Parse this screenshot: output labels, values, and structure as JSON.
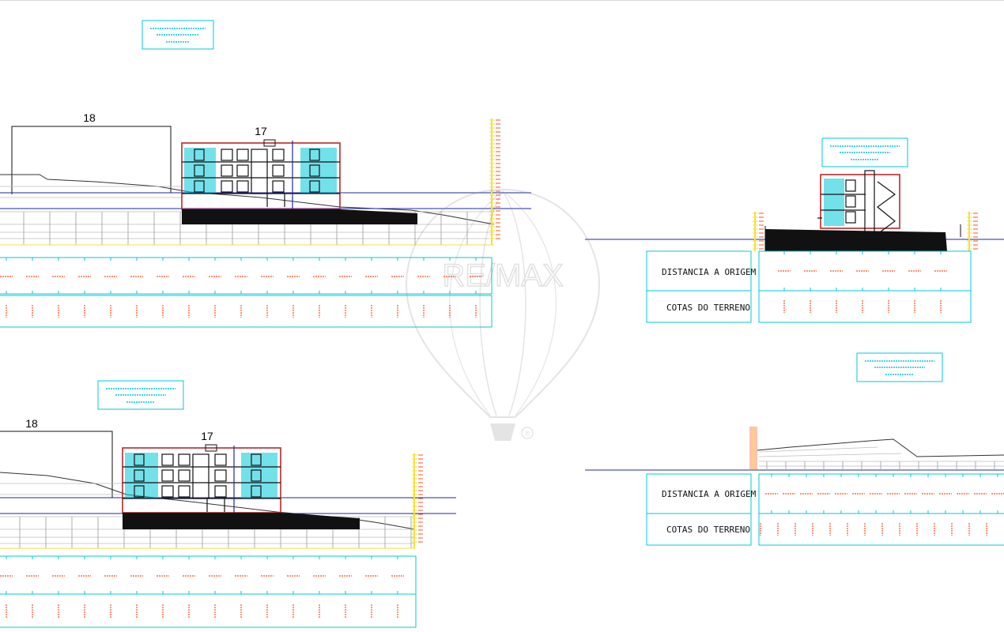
{
  "labels": {
    "lot_left": "18",
    "lot_right": "17",
    "distance_row": "DISTANCIA A ORIGEM",
    "terrain_row": "COTAS DO TERRENO"
  },
  "watermark": {
    "brand": "RE/MAX",
    "mark": "®"
  },
  "colors": {
    "cyan": "#00c8d8",
    "red": "#b8282a",
    "blue": "#1e2aa0",
    "orange": "#ff5020",
    "yellow": "#f4e040",
    "grey": "#9a9a9a",
    "black": "#111111"
  },
  "icons": {
    "watermark": "hot-air-balloon-icon"
  }
}
